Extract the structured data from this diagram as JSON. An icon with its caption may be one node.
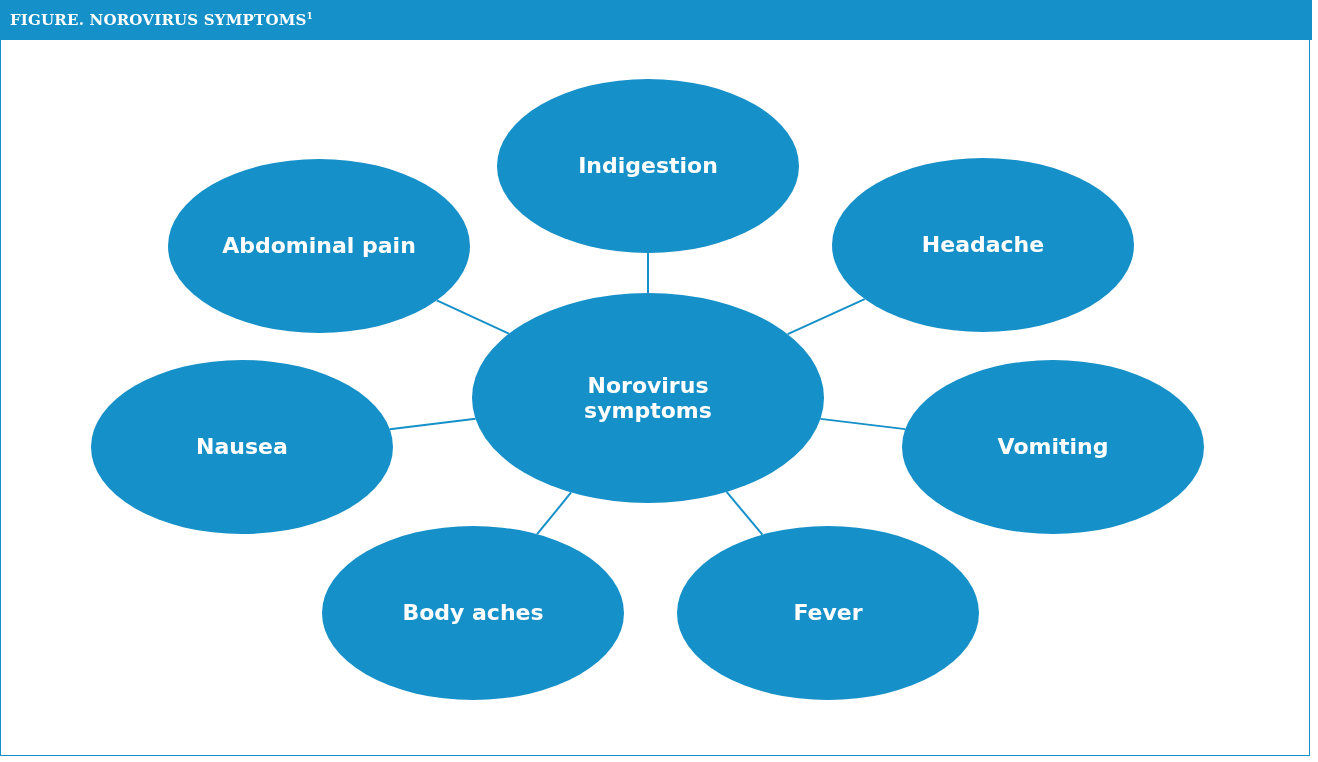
{
  "diagram": {
    "title": "FIGURE. NOROVIRUS SYMPTOMS$^{1}$",
    "nodes": [
      {
        "text": [
          "Indigestion"
        ]
      },
      {
        "text": [
          "Abdominal pain"
        ]
      },
      {
        "text": [
          "Headache"
        ]
      },
      {
        "text": [
          "Norovirus symptoms"
        ]
      },
      {
        "text": [
          "Nausea"
        ]
      },
      {
        "text": [
          "Vomiting"
        ]
      },
      {
        "text": [
          "Body aches"
        ]
      },
      {
        "text": [
          "Fever"
        ]
      }
    ],
    "edges": [
      {
        "from": 3,
        "to": 0,
        "arrow": "none"
      },
      {
        "from": 3,
        "to": 1,
        "arrow": "none"
      },
      {
        "from": 3,
        "to": 2,
        "arrow": "none"
      },
      {
        "from": 3,
        "to": 4,
        "arrow": "none"
      },
      {
        "from": 3,
        "to": 5,
        "arrow": "none"
      },
      {
        "from": 3,
        "to": 6,
        "arrow": "none"
      },
      {
        "from": 3,
        "to": 7,
        "arrow": "none"
      }
    ]
  }
}
